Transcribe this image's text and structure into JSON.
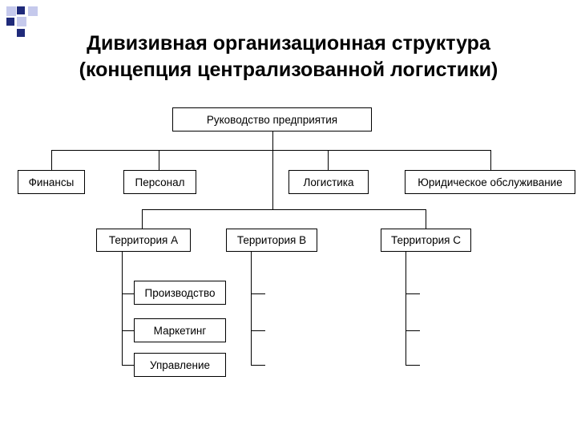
{
  "title": {
    "line1": "Дивизивная организационная структура",
    "line2": "(концепция централизованной логистики)"
  },
  "nodes": {
    "root": "Руководство предприятия",
    "finance": "Финансы",
    "personnel": "Персонал",
    "logistics": "Логистика",
    "legal": "Юридическое обслуживание",
    "territory_a": "Территория А",
    "territory_b": "Территория В",
    "territory_c": "Территория С",
    "production": "Производство",
    "marketing": "Маркетинг",
    "management": "Управление"
  },
  "colors": {
    "decor_navy": "#1f2a7a",
    "decor_light": "#b7bce6",
    "lines": "#000000"
  }
}
